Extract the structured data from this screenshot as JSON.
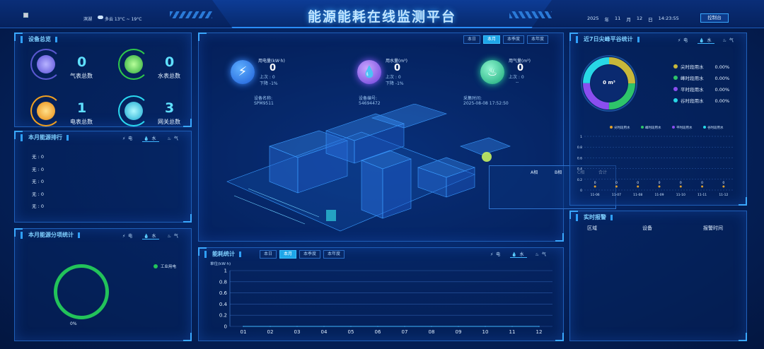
{
  "header": {
    "title": "能源能耗在线监测平台",
    "location": "滨湖",
    "weather": "多云 13°C ~ 19°C",
    "date_year": "2025",
    "date_year_unit": "年",
    "date_month": "11",
    "date_month_unit": "月",
    "date_day": "12",
    "date_day_unit": "日",
    "time": "14:23:55",
    "console_button": "控制台"
  },
  "device_overview": {
    "title": "设备总览",
    "items": [
      {
        "value": "0",
        "label": "气表总数",
        "icon": "gas-meter-icon"
      },
      {
        "value": "0",
        "label": "水表总数",
        "icon": "water-meter-icon"
      },
      {
        "value": "1",
        "label": "电表总数",
        "icon": "electric-meter-icon"
      },
      {
        "value": "3",
        "label": "网关总数",
        "icon": "gateway-icon"
      }
    ]
  },
  "month_ranking": {
    "title": "本月能源排行",
    "tabs": [
      "电",
      "水",
      "气"
    ],
    "active_tab": 1,
    "rows": [
      {
        "label": "无 :",
        "value": "0"
      },
      {
        "label": "无 :",
        "value": "0"
      },
      {
        "label": "无 :",
        "value": "0"
      },
      {
        "label": "无 :",
        "value": "0"
      },
      {
        "label": "无 :",
        "value": "0"
      }
    ]
  },
  "month_items": {
    "title": "本月能源分项统计",
    "tabs": [
      "电",
      "水",
      "气"
    ],
    "legend": "工业用电",
    "percent": "0%"
  },
  "center": {
    "period_tabs": [
      "本日",
      "本月",
      "本季度",
      "本年度"
    ],
    "active_period": 1,
    "metrics": [
      {
        "title": "用电量(kW·h)",
        "value": "0",
        "last": "上次 : 0",
        "trend": "下降 -1%",
        "device_label": "设备名称:",
        "device_value": "SPM9511",
        "icon": "lightning-icon"
      },
      {
        "title": "用水量(m³)",
        "value": "0",
        "last": "上次 : 0",
        "trend": "下降 -1%",
        "device_label": "设备编号:",
        "device_value": "54694472",
        "icon": "water-drop-icon"
      },
      {
        "title": "用气量(m³)",
        "value": "0",
        "last": "上次 : 0",
        "trend": "--",
        "device_label": "采集时间:",
        "device_value": "2025-08-08 17:52:50",
        "icon": "gas-flame-icon"
      }
    ],
    "popup_cols": [
      "A相",
      "B相",
      "C相",
      "合计"
    ]
  },
  "consumption": {
    "title": "能耗统计",
    "period_tabs": [
      "本日",
      "本月",
      "本季度",
      "本年度"
    ],
    "active_period": 1,
    "tabs": [
      "电",
      "水",
      "气"
    ],
    "active_tab": 1
  },
  "peak_valley": {
    "title": "近7日尖峰平谷统计",
    "tabs": [
      "电",
      "水",
      "气"
    ],
    "active_tab": 1,
    "center_value": "0 m³",
    "legend": [
      {
        "label": "尖时段用水",
        "value": "0.00%",
        "color": "#c8b83a"
      },
      {
        "label": "峰时段用水",
        "value": "0.00%",
        "color": "#2ec46a"
      },
      {
        "label": "平时段用水",
        "value": "0.00%",
        "color": "#8a4ef0"
      },
      {
        "label": "谷时段用水",
        "value": "0.00%",
        "color": "#28d8e6"
      }
    ]
  },
  "alarms": {
    "title": "实时报警",
    "columns": [
      "区域",
      "设备",
      "报警时间"
    ]
  },
  "chart_data": [
    {
      "type": "line",
      "ylabel": "单位(kW·h)",
      "categories": [
        "01",
        "02",
        "03",
        "04",
        "05",
        "06",
        "07",
        "08",
        "09",
        "10",
        "11",
        "12"
      ],
      "values": [
        0,
        0,
        0,
        0,
        0,
        0,
        0,
        0,
        0,
        0,
        0,
        0
      ],
      "yticks": [
        "1",
        "0.8",
        "0.6",
        "0.4",
        "0.2",
        "0"
      ],
      "ylim": [
        0,
        1
      ],
      "grid": true
    },
    {
      "type": "bar",
      "categories": [
        "11-06",
        "11-07",
        "11-08",
        "11-09",
        "11-10",
        "11-11",
        "11-12"
      ],
      "series": [
        {
          "name": "尖时段用水",
          "values": [
            0,
            0,
            0,
            0,
            0,
            0,
            0
          ],
          "color": "#e0a02a"
        },
        {
          "name": "峰时段用水",
          "values": [
            0,
            0,
            0,
            0,
            0,
            0,
            0
          ],
          "color": "#2ec46a"
        },
        {
          "name": "平时段用水",
          "values": [
            0,
            0,
            0,
            0,
            0,
            0,
            0
          ],
          "color": "#8a4ef0"
        },
        {
          "name": "谷时段用水",
          "values": [
            0,
            0,
            0,
            0,
            0,
            0,
            0
          ],
          "color": "#28d8e6"
        }
      ],
      "point_labels": [
        "0",
        "0",
        "0",
        "0",
        "0",
        "0",
        "0"
      ],
      "yticks": [
        "1",
        "0.8",
        "0.6",
        "0.4",
        "0.2",
        "0"
      ],
      "ylim": [
        0,
        1
      ],
      "legend": "top"
    }
  ]
}
